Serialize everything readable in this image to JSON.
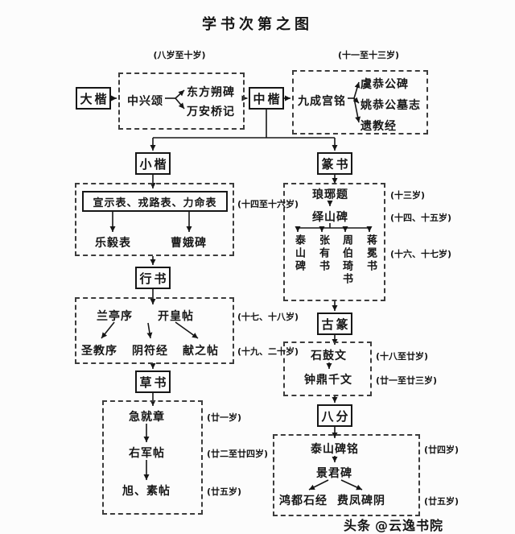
{
  "title": "学书次第之图",
  "top": {
    "age_left": "(八岁至十岁)",
    "age_right": "(十一至十三岁)",
    "dakai": "大楷",
    "zhongxingsong": "中兴颂",
    "dongfangshuobei": "东方朔碑",
    "wananqiaoji": "万安桥记",
    "zhongkai": "中楷",
    "jiuchenggongming": "九成宫铭",
    "yugonggongbei": "虞恭公碑",
    "yaogonggongmuzhi": "姚恭公墓志",
    "yijiaojing": "遗教经"
  },
  "left": {
    "xiaokai": "小楷",
    "xuanshi_group": "宣示表、戎路表、力命表",
    "age_14_16": "(十四至十六岁)",
    "leyibiao": "乐毅表",
    "caoebei": "曹娥碑",
    "xingshu": "行书",
    "lantingxu": "兰亭序",
    "kaihuangtie": "开皇帖",
    "age_17_18": "(十七、十八岁)",
    "shengjiaoxu": "圣教序",
    "yinfujing": "阴符经",
    "xianzhitie": "献之帖",
    "age_19_20": "(十九、二十岁)",
    "caoshu": "草书",
    "jijiuzhang": "急就章",
    "age_21": "(廿一岁)",
    "youjuntie": "右军帖",
    "age_22_24": "(廿二至廿四岁)",
    "xusutie": "旭、素帖",
    "age_25": "(廿五岁)"
  },
  "right": {
    "zhuanshu": "篆书",
    "langyati": "琅琊题",
    "age_13": "(十三岁)",
    "yishanbei": "绎山碑",
    "age_14_15": "(十四、十五岁)",
    "taishanbei": "泰山碑",
    "zhangyoushu": "张有书",
    "zhouboqishu": "周伯琦书",
    "jiangmianshu": "蒋冕书",
    "age_16_17": "(十六、十七岁)",
    "guzhuan": "古篆",
    "shiguwen": "石鼓文",
    "age_18_20": "(十八至廿岁)",
    "zhongdingqianwen": "钟鼎千文",
    "age_21_23": "(廿一至廿三岁)",
    "bafen": "八分",
    "taishanbeiming": "泰山碑铭",
    "age_24": "(廿四岁)",
    "jingjunbei": "景君碑",
    "hongdushijing": "鸿都石经",
    "feifengbeiyin": "费凤碑阴",
    "age_25": "(廿五岁)"
  },
  "watermark": {
    "logo": "头条",
    "handle": "@云逸书院"
  }
}
